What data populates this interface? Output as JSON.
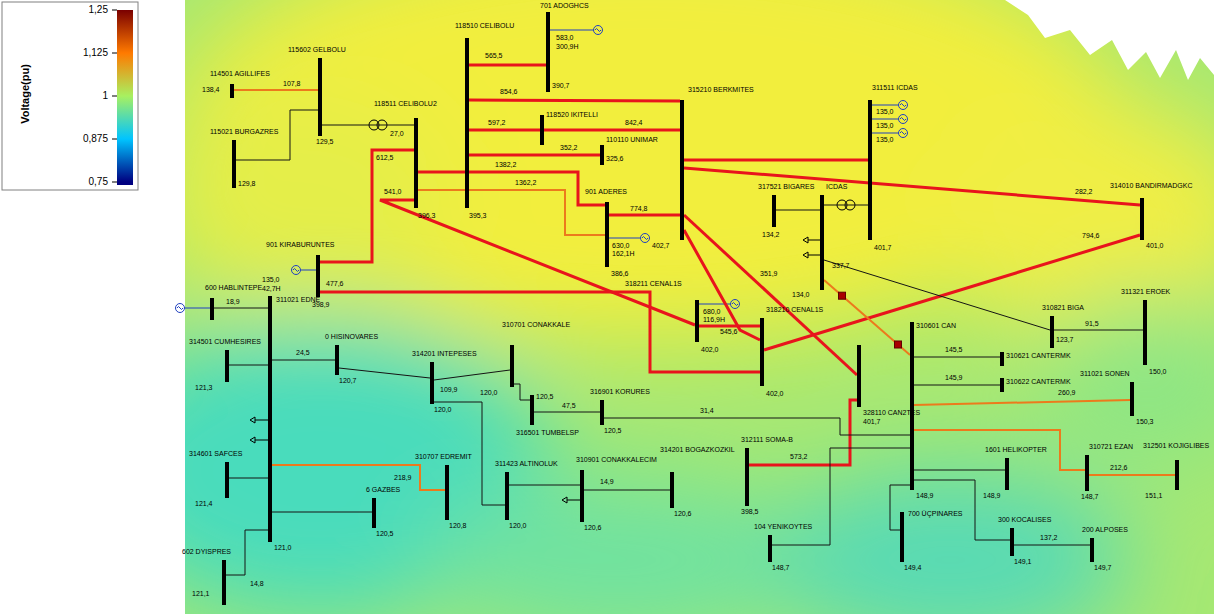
{
  "diagram": {
    "nodes": [
      {
        "text": [
          "114501 AGILLIFES",
          "138,4"
        ]
      },
      {
        "text": [
          "115602 GELBOLU",
          "129,5"
        ]
      },
      {
        "text": [
          "115021 BURGAZRES",
          "129,8"
        ]
      },
      {
        "text": [
          "118511 CELIBOLU2",
          "396,3"
        ]
      },
      {
        "text": [
          "118510 CELIBOLU",
          "395,3"
        ]
      },
      {
        "text": [
          "701 ADOGHCS",
          "390,7"
        ]
      },
      {
        "text": [
          "118520 IKITELLI"
        ]
      },
      {
        "text": [
          "110110 UNIMAR",
          "325,6"
        ]
      },
      {
        "text": [
          "315210 BERKMITES",
          "402,7"
        ]
      },
      {
        "text": [
          "311511 ICDAS",
          "401,7"
        ]
      },
      {
        "text": [
          "317521 BIGARES",
          "134,2"
        ]
      },
      {
        "text": [
          "ICDAS",
          "134,0"
        ]
      },
      {
        "text": [
          "314010 BANDIRMADGKC",
          "401,0"
        ]
      },
      {
        "text": [
          "901 ADERES",
          "386,6"
        ]
      },
      {
        "text": [
          "901 KIRABURUNTES",
          "398,9"
        ]
      },
      {
        "text": [
          "318211 CENAL1S",
          "402,0"
        ]
      },
      {
        "text": [
          "318210 CENAL1S",
          "402,0"
        ]
      },
      {
        "text": [
          "328110 CAN2TES",
          "401,7"
        ]
      },
      {
        "text": [
          "312111 SOMA-B",
          "398,5"
        ]
      },
      {
        "text": [
          "310601 CAN",
          "148,9"
        ]
      },
      {
        "text": [
          "310621 CANTERMK"
        ]
      },
      {
        "text": [
          "310622 CANTERMK"
        ]
      },
      {
        "text": [
          "310821 BIGA",
          "123,7"
        ]
      },
      {
        "text": [
          "311321 EROEK",
          "150,0"
        ]
      },
      {
        "text": [
          "311021 SONEN",
          "150,3"
        ]
      },
      {
        "text": [
          "1601 HELIKOPTER",
          "148,9"
        ]
      },
      {
        "text": [
          "310721 EZAN",
          "148,7"
        ]
      },
      {
        "text": [
          "312501 KOJIGLIBES",
          "151,1"
        ]
      },
      {
        "text": [
          "300 KOCALISES",
          "149,1"
        ]
      },
      {
        "text": [
          "200 ALPOSES",
          "149,7"
        ]
      },
      {
        "text": [
          "700 ÜÇPINARES",
          "149,4"
        ]
      },
      {
        "text": [
          "104 YENIKOYTES",
          "148,7"
        ]
      },
      {
        "text": [
          "600 HABLINTEPE"
        ]
      },
      {
        "text": [
          "311021 EDNE",
          "121,0"
        ]
      },
      {
        "text": [
          "314501 CUMHESIRES",
          "121,3"
        ]
      },
      {
        "text": [
          "314601 SAFCES",
          "121,4"
        ]
      },
      {
        "text": [
          "602 DYISPRES",
          "121,1"
        ]
      },
      {
        "text": [
          "0 HISINOVARES",
          "120,7"
        ]
      },
      {
        "text": [
          "314201 INTEPESES",
          "120,0"
        ]
      },
      {
        "text": [
          "310701 CONAKKALE",
          "120,0"
        ]
      },
      {
        "text": [
          "316501 TUMBELSP",
          "120,5"
        ]
      },
      {
        "text": [
          "316901 KORURES",
          "120,5"
        ]
      },
      {
        "text": [
          "310707 EDREMIT",
          "120,8"
        ]
      },
      {
        "text": [
          "6 GAZBES",
          "120,5"
        ]
      },
      {
        "text": [
          "311423 ALTINOLUK",
          "120,0"
        ]
      },
      {
        "text": [
          "310901 CONAKKALECIM",
          "120,6"
        ]
      },
      {
        "text": [
          "314201 BOGAZKOZKIL",
          "120,6"
        ]
      }
    ],
    "edges": [
      {
        "from": 4,
        "to": 5,
        "arrow": "none",
        "label": "565,5"
      },
      {
        "from": 4,
        "to": 8,
        "arrow": "none",
        "label": "854,6"
      },
      {
        "from": 4,
        "to": 7,
        "arrow": "none",
        "label": "352,2"
      },
      {
        "from": 4,
        "to": 6,
        "arrow": "none",
        "label": "597,2"
      },
      {
        "from": 6,
        "to": 8,
        "arrow": "none",
        "label": "842,4"
      },
      {
        "from": 3,
        "to": 13,
        "arrow": "none",
        "label": "1382,2"
      },
      {
        "from": 3,
        "to": 13,
        "arrow": "none",
        "label": "1362,2"
      },
      {
        "from": 3,
        "to": 14,
        "arrow": "none",
        "label": "612,5"
      },
      {
        "from": 3,
        "to": 15,
        "arrow": "none",
        "label": "541,0"
      },
      {
        "from": 13,
        "to": 8,
        "arrow": "none",
        "label": "774,8"
      },
      {
        "from": 8,
        "to": 9,
        "arrow": "none"
      },
      {
        "from": 8,
        "to": 12,
        "arrow": "none",
        "label": "282,2"
      },
      {
        "from": 8,
        "to": 16,
        "arrow": "none"
      },
      {
        "from": 8,
        "to": 17,
        "arrow": "none",
        "label": "351,9"
      },
      {
        "from": 14,
        "to": 16,
        "arrow": "none",
        "label": "477,6"
      },
      {
        "from": 15,
        "to": 16,
        "arrow": "none",
        "label": "545,6"
      },
      {
        "from": 16,
        "to": 12,
        "arrow": "none",
        "label": "794,6"
      },
      {
        "from": 17,
        "to": 18,
        "arrow": "none",
        "label": "573,2"
      },
      {
        "from": 0,
        "to": 1,
        "arrow": "none",
        "label": "107,8"
      },
      {
        "from": 33,
        "to": 42,
        "arrow": "none",
        "label": "218,9"
      },
      {
        "from": 19,
        "to": 24,
        "arrow": "none",
        "label": "260,9"
      },
      {
        "from": 19,
        "to": 26,
        "arrow": "none"
      },
      {
        "from": 26,
        "to": 27,
        "arrow": "none",
        "label": "212,6"
      },
      {
        "from": 11,
        "to": 19,
        "arrow": "none",
        "label": "337,7"
      },
      {
        "from": 11,
        "to": 22,
        "arrow": "none"
      },
      {
        "from": 22,
        "to": 23,
        "arrow": "none",
        "label": "91,5"
      },
      {
        "from": 19,
        "to": 20,
        "arrow": "none",
        "label": "145,5"
      },
      {
        "from": 19,
        "to": 21,
        "arrow": "none",
        "label": "145,9"
      },
      {
        "from": 19,
        "to": 25,
        "arrow": "none"
      },
      {
        "from": 19,
        "to": 28,
        "arrow": "none"
      },
      {
        "from": 28,
        "to": 29,
        "arrow": "none",
        "label": "137,2"
      },
      {
        "from": 19,
        "to": 30,
        "arrow": "none"
      },
      {
        "from": 19,
        "to": 31,
        "arrow": "none"
      },
      {
        "from": 41,
        "to": 19,
        "arrow": "none",
        "label": "31,4"
      },
      {
        "from": 32,
        "to": 33,
        "arrow": "none",
        "label": "18,9"
      },
      {
        "from": 34,
        "to": 33,
        "arrow": "none"
      },
      {
        "from": 35,
        "to": 33,
        "arrow": "none"
      },
      {
        "from": 33,
        "to": 36,
        "arrow": "none",
        "label": "14,8"
      },
      {
        "from": 33,
        "to": 37,
        "arrow": "none",
        "label": "24,5"
      },
      {
        "from": 37,
        "to": 38,
        "arrow": "none"
      },
      {
        "from": 38,
        "to": 39,
        "arrow": "none",
        "label": "109,9"
      },
      {
        "from": 39,
        "to": 40,
        "arrow": "none"
      },
      {
        "from": 40,
        "to": 41,
        "arrow": "none",
        "label": "47,5"
      },
      {
        "from": 38,
        "to": 44,
        "arrow": "none"
      },
      {
        "from": 44,
        "to": 45,
        "arrow": "none"
      },
      {
        "from": 45,
        "to": 46,
        "arrow": "none",
        "label": "14,9"
      },
      {
        "from": 33,
        "to": 43,
        "arrow": "none"
      },
      {
        "from": 9,
        "to": 11,
        "arrow": "none"
      },
      {
        "from": 10,
        "to": 11,
        "arrow": "none"
      },
      {
        "from": 1,
        "to": 2,
        "arrow": "none"
      },
      {
        "from": 1,
        "to": 3,
        "arrow": "none",
        "label": "27,0"
      }
    ],
    "labels": [
      "Voltage(pu)",
      "583,0",
      "300,9H",
      "135,0",
      "42,7H",
      "680,0",
      "116,9H",
      "630,0",
      "162,1H",
      "135,0",
      "135,0",
      "135,0"
    ],
    "legend": [
      {
        "text": "1,25",
        "color": "#7a0000"
      },
      {
        "text": "1,125",
        "color": "#ff7a00"
      },
      {
        "text": "1",
        "color": "#a8f060"
      },
      {
        "text": "0,875",
        "color": "#00c4ff"
      },
      {
        "text": "0,75",
        "color": "#000080"
      }
    ]
  }
}
